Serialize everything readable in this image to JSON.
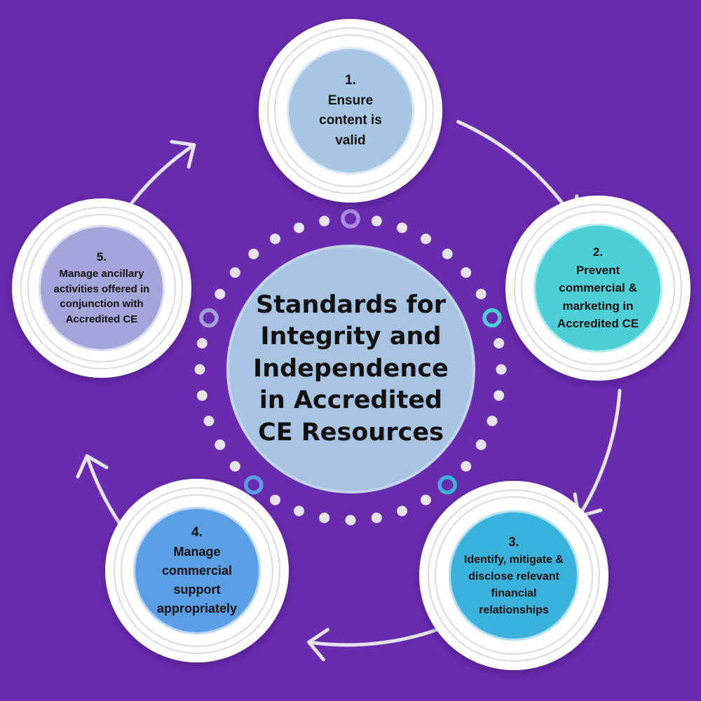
{
  "title": "Standards for Integrity and Independence in Accredited CE Resources",
  "colors": {
    "background": "#6a2cae",
    "dots": "#e6e2ee",
    "connector": "#e4e4ea",
    "center_fill": "#a9c4e2"
  },
  "steps": [
    {
      "number": "1.",
      "label": "Ensure content is valid",
      "color": "#a7c6e3"
    },
    {
      "number": "2.",
      "label": "Prevent commercial & marketing in Accredited CE",
      "color": "#4dcfd8"
    },
    {
      "number": "3.",
      "label": "Identify, mitigate & disclose relevant financial relationships",
      "color": "#3bb2dc"
    },
    {
      "number": "4.",
      "label": "Manage commercial support appropriately",
      "color": "#5a9fe6"
    },
    {
      "number": "5.",
      "label": "Manage ancillary activities offered in conjunction with Accredited CE",
      "color": "#a6a5db"
    }
  ],
  "accent_rings": [
    "#a98de0",
    "#4dcfd8",
    "#3bb2dc",
    "#5a9fe6",
    "#a3a0dc"
  ]
}
